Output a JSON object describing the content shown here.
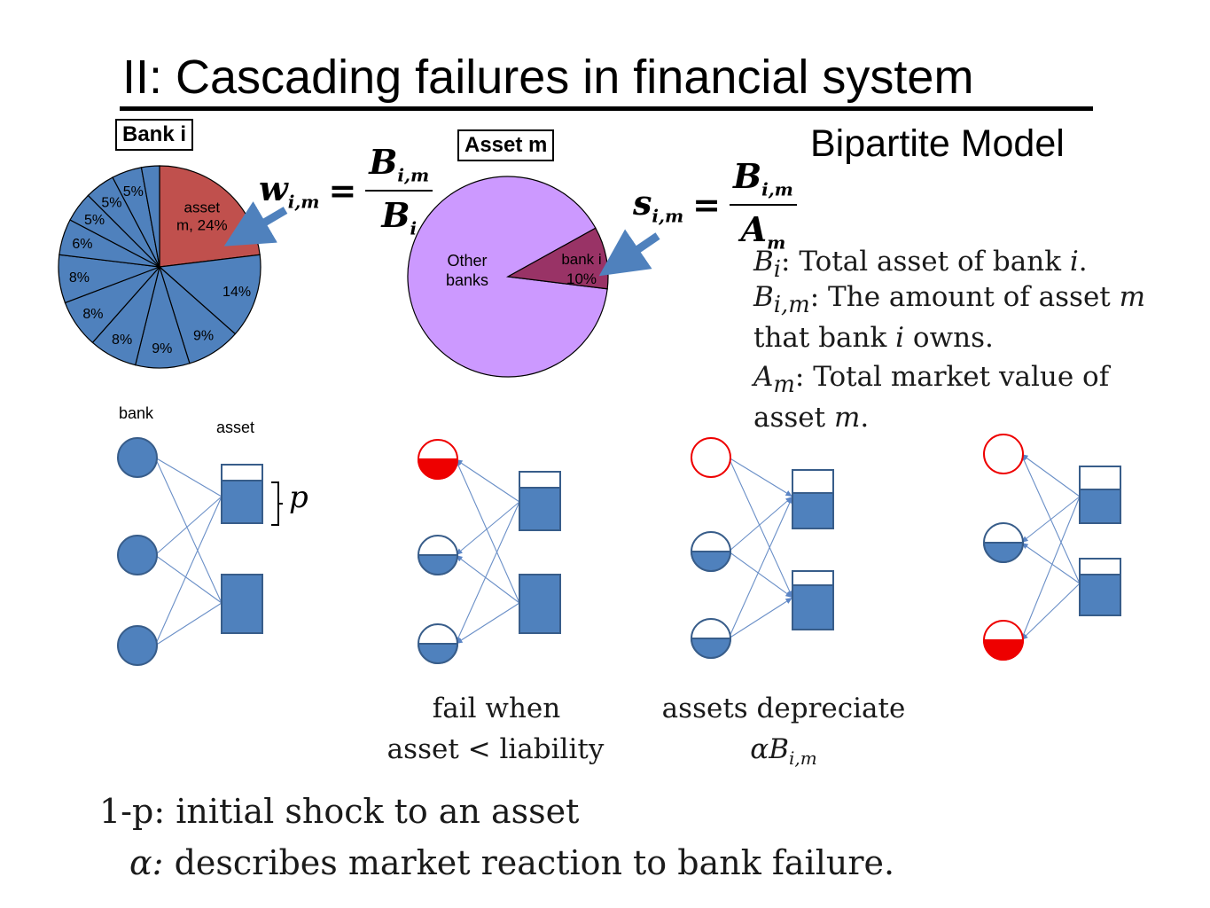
{
  "title": "II: Cascading failures in financial system",
  "subtitle": "Bipartite Model",
  "bank_pie": {
    "label": "Bank i",
    "highlight_label_line1": "asset",
    "highlight_label_line2": "m, 24%",
    "highlight_color": "#c0504d",
    "slice_color": "#4f81bd",
    "slices": [
      {
        "label": "asset m, 24%",
        "value": 24
      },
      {
        "label": "14%",
        "value": 14
      },
      {
        "label": "9%",
        "value": 9
      },
      {
        "label": "9%",
        "value": 9
      },
      {
        "label": "8%",
        "value": 8
      },
      {
        "label": "8%",
        "value": 8
      },
      {
        "label": "8%",
        "value": 8
      },
      {
        "label": "6%",
        "value": 6
      },
      {
        "label": "5%",
        "value": 5
      },
      {
        "label": "5%",
        "value": 5
      },
      {
        "label": "5%",
        "value": 5
      },
      {
        "label": "",
        "value": 3
      }
    ]
  },
  "asset_pie": {
    "label": "Asset m",
    "other_label_line1": "Other",
    "other_label_line2": "banks",
    "bank_label_line1": "bank i",
    "bank_label_line2": "10%",
    "other_color": "#cc99ff",
    "bank_color": "#993366",
    "slices": [
      {
        "label": "Other banks",
        "value": 90
      },
      {
        "label": "bank i 10%",
        "value": 10
      }
    ]
  },
  "formula_w": {
    "lhs": "w",
    "lhs_sub": "i,m",
    "num": "B",
    "num_sub": "i,m",
    "den": "B",
    "den_sub": "i"
  },
  "formula_s": {
    "lhs": "s",
    "lhs_sub": "i,m",
    "num": "B",
    "num_sub": "i,m",
    "den": "A",
    "den_sub": "m"
  },
  "definitions": {
    "bi_sym": "B",
    "bi_sub": "i",
    "bi_text": ": Total asset of bank ",
    "bi_var": "i",
    "bi_end": ".",
    "bim_sym": "B",
    "bim_sub": "i,m",
    "bim_text": ": The amount of asset ",
    "bim_var": "m",
    "bim_line2_a": "that bank ",
    "bim_line2_var": "i",
    "bim_line2_b": " owns.",
    "am_sym": "A",
    "am_sub": "m",
    "am_text": ": Total market value of",
    "am_line2_a": "asset ",
    "am_line2_var": "m",
    "am_line2_b": "."
  },
  "network": {
    "bank_label": "bank",
    "asset_label": "asset",
    "p_label": "p",
    "node_color": "#4f81bd",
    "fail_color": "#ee0000",
    "edge_color": "#6a8fc7"
  },
  "captions": {
    "fail_line1": "fail when",
    "fail_line2": "asset < liability",
    "depreciate_line1": "assets depreciate",
    "depreciate_sym": "αB",
    "depreciate_sub": "i,m"
  },
  "bottom": {
    "line1_label": "1-p:",
    "line1_text": "initial shock to an asset",
    "line2_label": "α:",
    "line2_text": "describes market reaction to bank failure."
  }
}
